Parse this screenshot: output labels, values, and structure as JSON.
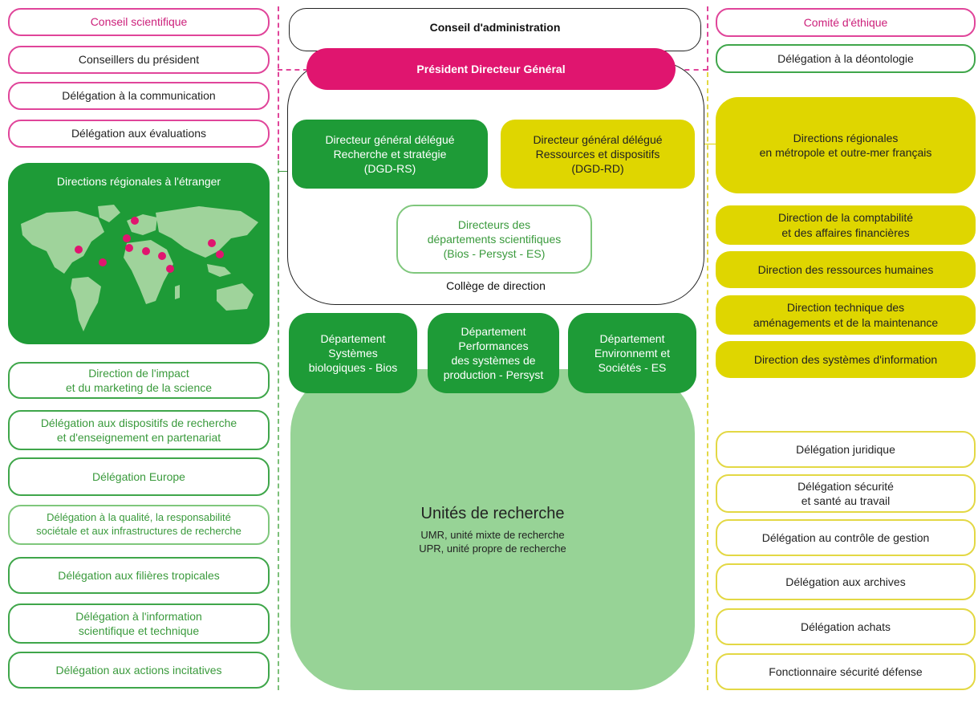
{
  "left_top": [
    {
      "label": "Conseil scientifique"
    },
    {
      "label": "Conseillers du président"
    },
    {
      "label": "Délégation à la communication"
    },
    {
      "label": "Délégation aux évaluations"
    }
  ],
  "world_box": {
    "label": "Directions régionales à l'étranger"
  },
  "left_bottom": [
    {
      "line1": "Direction de l'impact",
      "line2": "et du marketing de la science"
    },
    {
      "line1": "Délégation aux dispositifs de recherche",
      "line2": "et d'enseignement en partenariat"
    },
    {
      "line1": "Délégation Europe",
      "line2": ""
    },
    {
      "line1": "Délégation à la qualité, la responsabilité",
      "line2": "sociétale et aux infrastructures de recherche"
    },
    {
      "line1": "Délégation aux filières tropicales",
      "line2": ""
    },
    {
      "line1": "Délégation à l'information",
      "line2": "scientifique et technique"
    },
    {
      "line1": "Délégation aux actions incitatives",
      "line2": ""
    }
  ],
  "center": {
    "board": "Conseil d'administration",
    "president": "Président Directeur Général",
    "dgd_rs": {
      "l1": "Directeur général délégué",
      "l2": "Recherche et stratégie",
      "l3": "(DGD-RS)"
    },
    "dgd_rd": {
      "l1": "Directeur général délégué",
      "l2": "Ressources et dispositifs",
      "l3": "(DGD-RD)"
    },
    "directors": {
      "l1": "Directeurs des",
      "l2": "départements scientifiques",
      "l3": "(Bios - Persyst - ES)"
    },
    "college": "Collège de direction",
    "departments": [
      {
        "l1": "Département",
        "l2": "Systèmes",
        "l3": "biologiques - Bios",
        "l4": ""
      },
      {
        "l1": "Département",
        "l2": "Performances",
        "l3": "des systèmes de",
        "l4": "production - Persyst"
      },
      {
        "l1": "Département",
        "l2": "Environnemt et",
        "l3": "Sociétés - ES",
        "l4": ""
      }
    ],
    "units": {
      "title": "Unités de recherche",
      "l1": "UMR, unité mixte de recherche",
      "l2": "UPR, unité propre de recherche"
    }
  },
  "right_top": [
    {
      "label": "Comité d'éthique"
    },
    {
      "label": "Délégation à la déontologie"
    }
  ],
  "right_yellow": [
    {
      "line1": "Directions régionales",
      "line2": "en métropole et outre-mer français"
    },
    {
      "line1": "Direction de la comptabilité",
      "line2": "et des affaires financières"
    },
    {
      "line1": "Direction des ressources humaines",
      "line2": ""
    },
    {
      "line1": "Direction technique des",
      "line2": "aménagements et de la maintenance"
    },
    {
      "line1": "Direction des systèmes d'information",
      "line2": ""
    }
  ],
  "right_bottom": [
    {
      "line1": "Délégation juridique",
      "line2": ""
    },
    {
      "line1": "Délégation sécurité",
      "line2": "et santé au travail"
    },
    {
      "line1": "Délégation au contrôle de gestion",
      "line2": ""
    },
    {
      "line1": "Délégation aux archives",
      "line2": ""
    },
    {
      "line1": "Délégation achats",
      "line2": ""
    },
    {
      "line1": "Fonctionnaire sécurité défense",
      "line2": ""
    }
  ],
  "colors": {
    "pink": "#e0459a",
    "magenta_fill": "#e0156f",
    "green_dark": "#1e9b37",
    "green_light": "#97d396",
    "yellow": "#dfd600"
  }
}
